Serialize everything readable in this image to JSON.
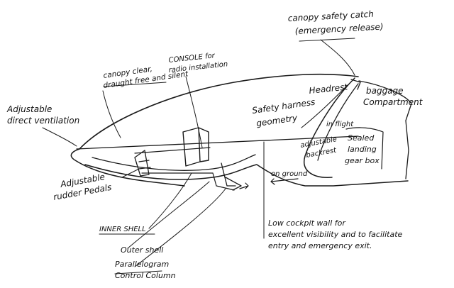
{
  "diagram": {
    "labels": {
      "canopy_catch_1": "canopy safety catch",
      "canopy_catch_2": "(emergency release)",
      "console_1": "CONSOLE for",
      "console_2": "radio installation",
      "canopy_clear_1": "canopy clear,",
      "canopy_clear_2": "draught free and silent",
      "headrest": "Headrest",
      "baggage_1": "baggage",
      "baggage_2": "Compartment",
      "adj_vent_1": "Adjustable",
      "adj_vent_2": "direct ventilation",
      "harness_1": "Safety harness",
      "harness_2": "geometry",
      "in_flight": "in flight",
      "adj_backrest_1": "adjustable",
      "adj_backrest_2": "backrest",
      "sealed_1": "Sealed",
      "sealed_2": "landing",
      "sealed_3": "gear box",
      "on_ground_1": "on ground",
      "adj_rudder_1": "Adjustable",
      "adj_rudder_2": "rudder Pedals",
      "low_wall_1": "Low cockpit wall for",
      "low_wall_2": "excellent visibility and to facilitate",
      "low_wall_3": "entry and emergency exit.",
      "inner_shell": "INNER SHELL",
      "outer_shell": "Outer shell",
      "parallelogram_1": "Parallelogram",
      "parallelogram_2": "Control Column"
    }
  }
}
